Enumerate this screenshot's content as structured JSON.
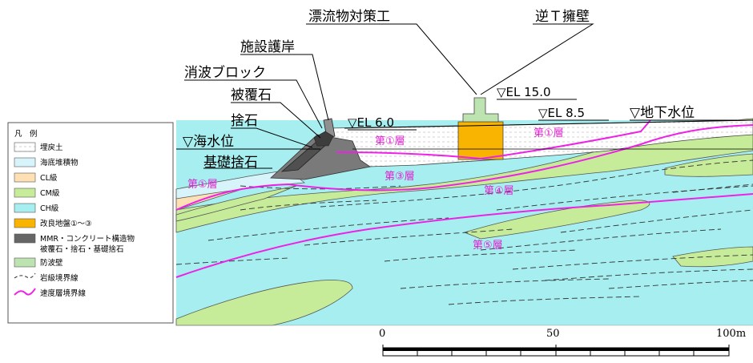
{
  "callouts": {
    "drift_countermeasure": "漂流物対策工",
    "inverted_t_wall": "逆Ｔ擁壁",
    "facility_revetment": "施設護岸",
    "wave_block": "消波ブロック",
    "armor_stone": "被覆石",
    "rubble": "捨石",
    "base_rubble": "基礎捨石",
    "sea_level": "▽海水位",
    "groundwater": "▽地下水位"
  },
  "elevations": {
    "el_15": "▽EL  15.0",
    "el_6": "▽EL  6.0",
    "el_8_5": "▽EL  8.5"
  },
  "layers": {
    "layer1_top": "第①層",
    "layer1_right": "第①層",
    "layer1_left": "第①層",
    "layer3": "第③層",
    "layer4": "第④層",
    "layer5": "第⑤層"
  },
  "legend": {
    "title": "凡　例",
    "items": [
      {
        "label": "埋戻土",
        "color": "#ffffff"
      },
      {
        "label": "海底堆積物",
        "color": "#d8f4fb"
      },
      {
        "label": "CL級",
        "color": "#fde0b4"
      },
      {
        "label": "CM級",
        "color": "#c6ec9a"
      },
      {
        "label": "CH級",
        "color": "#a6eef0"
      },
      {
        "label": "改良地盤①～③",
        "color": "#f8b400"
      },
      {
        "label": "MMR・コンクリート構造物",
        "label2": "被覆石・捨石・基礎捨石",
        "color": "#666666"
      },
      {
        "label": "防波壁",
        "color": "#bde3b0"
      },
      {
        "label": "岩級境界線",
        "color": "#000000"
      },
      {
        "label": "速度層境界線",
        "color": "#ee22e6"
      }
    ]
  },
  "scale": {
    "labels": [
      "0",
      "50",
      "100m"
    ]
  }
}
